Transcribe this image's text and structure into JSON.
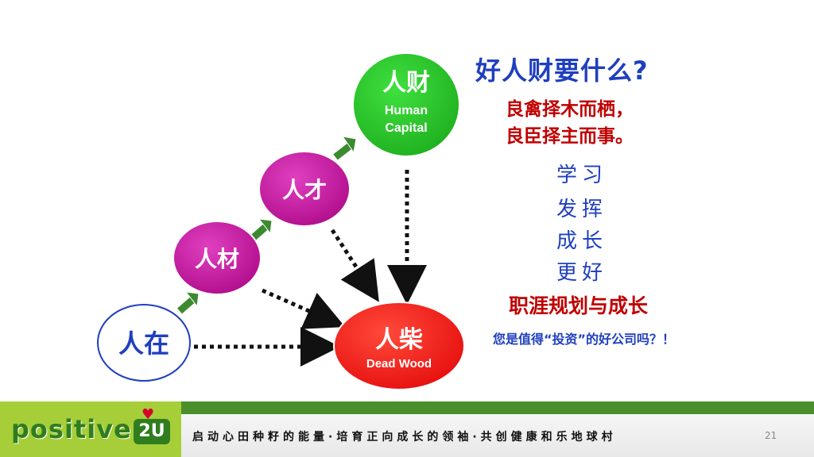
{
  "diagram": {
    "nodes": {
      "renzai": "人在",
      "rencai_material": "人材",
      "rencai_talent": "人才",
      "rencai_wealth": "人财",
      "rencai_wealth_en1": "Human",
      "rencai_wealth_en2": "Capital",
      "renchai": "人柴",
      "renchai_en": "Dead Wood"
    },
    "colors": {
      "white_node": "#ffffff",
      "magenta_node": "#c0139a",
      "green_node": "#22c422",
      "red_node": "#ff1a1a",
      "arrow_green": "#3c8a30",
      "text_blue": "#1f3fbf",
      "text_red": "#c00000"
    }
  },
  "right_panel": {
    "title": "好人财要什么?",
    "quote_line1": "良禽择木而栖，",
    "quote_line2": "良臣择主而事。",
    "words": [
      "学习",
      "发挥",
      "成长",
      "更好"
    ],
    "career": "职涯规划与成长",
    "question": "您是值得“投资”的好公司吗？！"
  },
  "footer": {
    "logo_text": "positive",
    "logo_suffix": "2U",
    "tagline": "启动心田种籽的能量·培育正向成长的领袖·共创健康和乐地球村",
    "page_number": "21"
  }
}
